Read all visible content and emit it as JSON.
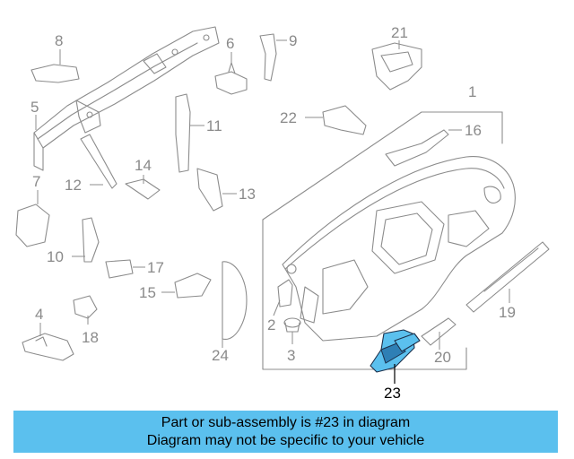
{
  "diagram": {
    "highlighted_part": "23",
    "callouts": [
      "1",
      "2",
      "3",
      "4",
      "5",
      "6",
      "7",
      "8",
      "9",
      "10",
      "11",
      "12",
      "13",
      "14",
      "15",
      "16",
      "17",
      "18",
      "19",
      "20",
      "21",
      "22",
      "23",
      "24"
    ],
    "colors": {
      "highlight": "#5bc0ee",
      "line": "#8c8c8c",
      "callout": "#8a8a8a",
      "banner": "#5bc0ee"
    }
  },
  "banner": {
    "line1": "Part or sub-assembly is #23 in diagram",
    "line2": "Diagram may not be specific to your vehicle"
  }
}
